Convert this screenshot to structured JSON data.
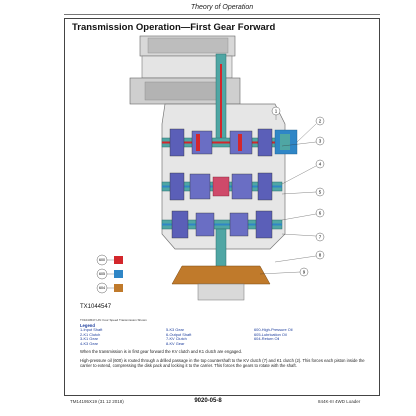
{
  "header": {
    "section_title": "Theory of Operation"
  },
  "figure": {
    "title": "Transmission Operation—First Gear Forward",
    "callouts": [
      "1",
      "2",
      "3",
      "4",
      "5",
      "6",
      "7",
      "8",
      "9"
    ],
    "legend_swatch_labels": [
      "600",
      "605",
      "604"
    ],
    "figure_id": "TX1044547",
    "caption": "TX1044547-UN: Four Speed Transmission Shown"
  },
  "legend": {
    "title": "Legend",
    "col1": [
      "1-Input Shaft",
      "2-K1 Clutch",
      "3-K1 Gear",
      "4-K3 Gear"
    ],
    "col2": [
      "5-K3 Gear",
      "6-Output Shaft",
      "7-KV Clutch",
      "8-KV Gear"
    ],
    "col3": [
      "600-High-Pressure Oil",
      "605-Lubrication Oil",
      "604-Return Oil"
    ]
  },
  "body": {
    "para1": "When the transmission is in first gear forward the KV clutch and K1 clutch are engaged.",
    "para2": "High-pressure oil (600) is routed through a drilled passage in the top countershaft to the KV clutch (7) and K1 clutch (2). This forces each piston inside the carrier to extend, compressing the disk pack and locking it to the carrier. This forces the gears to rotate with the shaft."
  },
  "footer": {
    "left": "TM14195X19 (31 12 2018)",
    "page": "9020-05-8",
    "right": "844K-III 4WD Loader"
  },
  "colors": {
    "high_pressure": "#d3262b",
    "lubrication": "#2f86c6",
    "return": "#c07a2b",
    "shaft_teal": "#4fa6a4",
    "gear_blue": "#5b5fb8",
    "legend_text": "#1b3c9c"
  }
}
